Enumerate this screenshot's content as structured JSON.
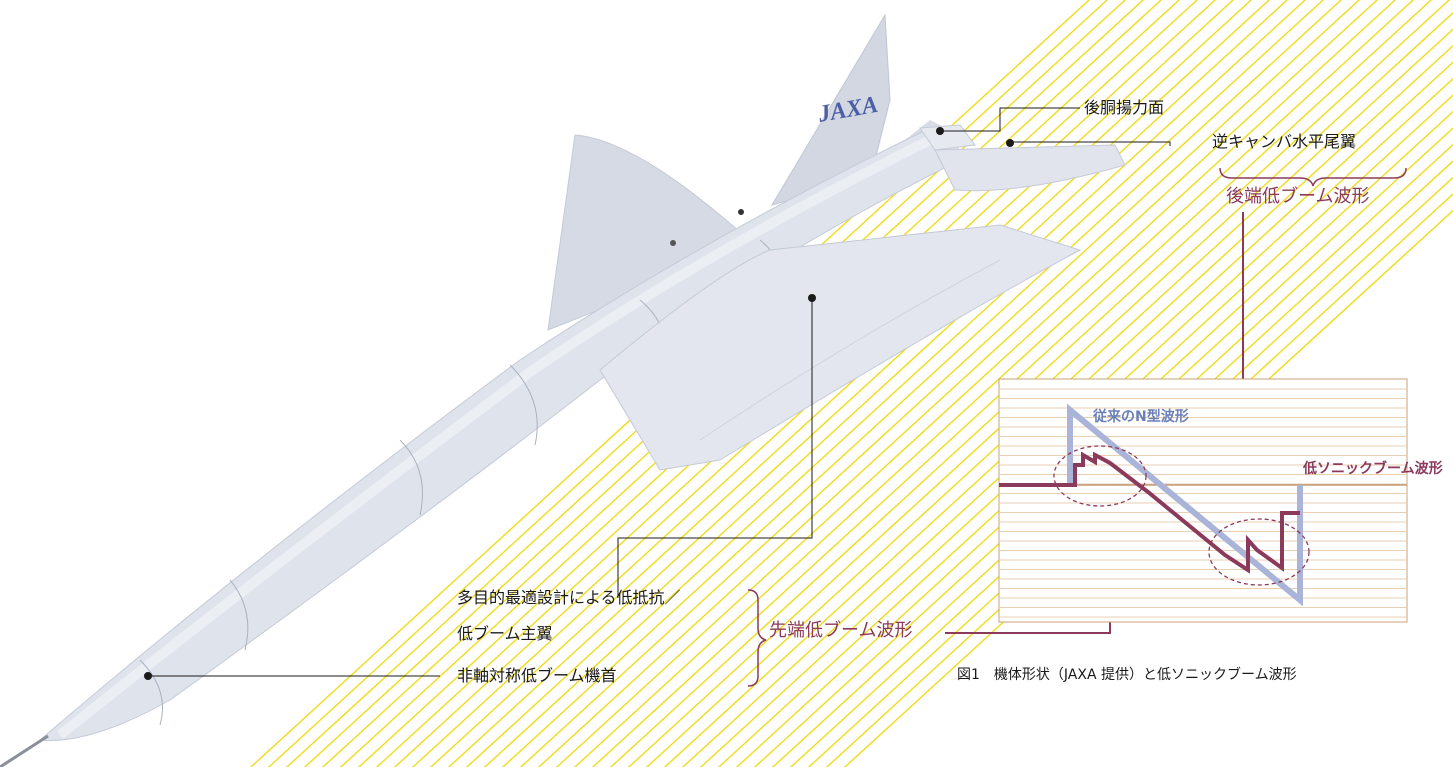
{
  "labels": {
    "rear_lift_surface": "後胴揚力面",
    "inverted_camber_tail": "逆キャンバ水平尾翼",
    "rear_low_boom": "後端低ブーム波形",
    "main_wing_line1": "多目的最適設計による低抵抗／",
    "main_wing_line2": "低ブーム主翼",
    "nose": "非軸対称低ブーム機首",
    "front_low_boom": "先端低ブーム波形"
  },
  "logo": "JAXA",
  "inset": {
    "n_wave_label": "従来のN型波形",
    "low_boom_label": "低ソニックブーム波形"
  },
  "caption": "図1　機体形状（JAXA 提供）と低ソニックブーム波形",
  "colors": {
    "maroon": "#8b3a5c",
    "n_wave_blue": "#a9b4d8",
    "rays_yellow": "#f0d800",
    "inset_border": "#c9a27a",
    "inset_lines": "#e8cfb3",
    "aircraft": "#dfe3ec"
  }
}
